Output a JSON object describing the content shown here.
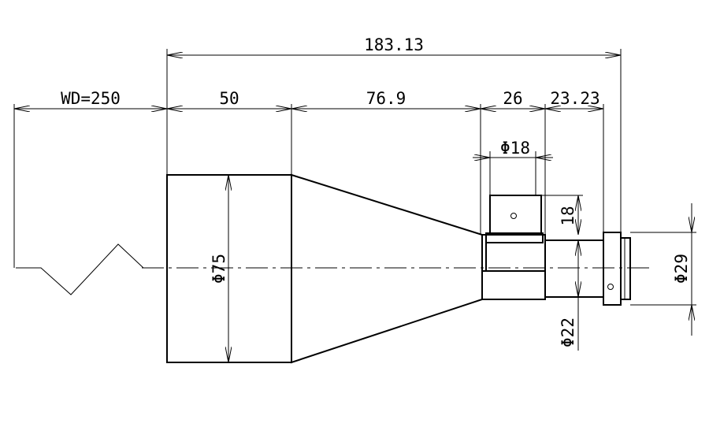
{
  "dimensions": {
    "overall_length": "183.13",
    "working_distance": "WD=250",
    "front_barrel_length": "50",
    "taper_length": "76.9",
    "mid_section_length": "26",
    "rear_section_length": "23.23",
    "tube_diameter": "Φ18",
    "tube_height": "18",
    "front_diameter": "Φ75",
    "body_diameter": "Φ22",
    "mount_diameter": "Φ29"
  }
}
